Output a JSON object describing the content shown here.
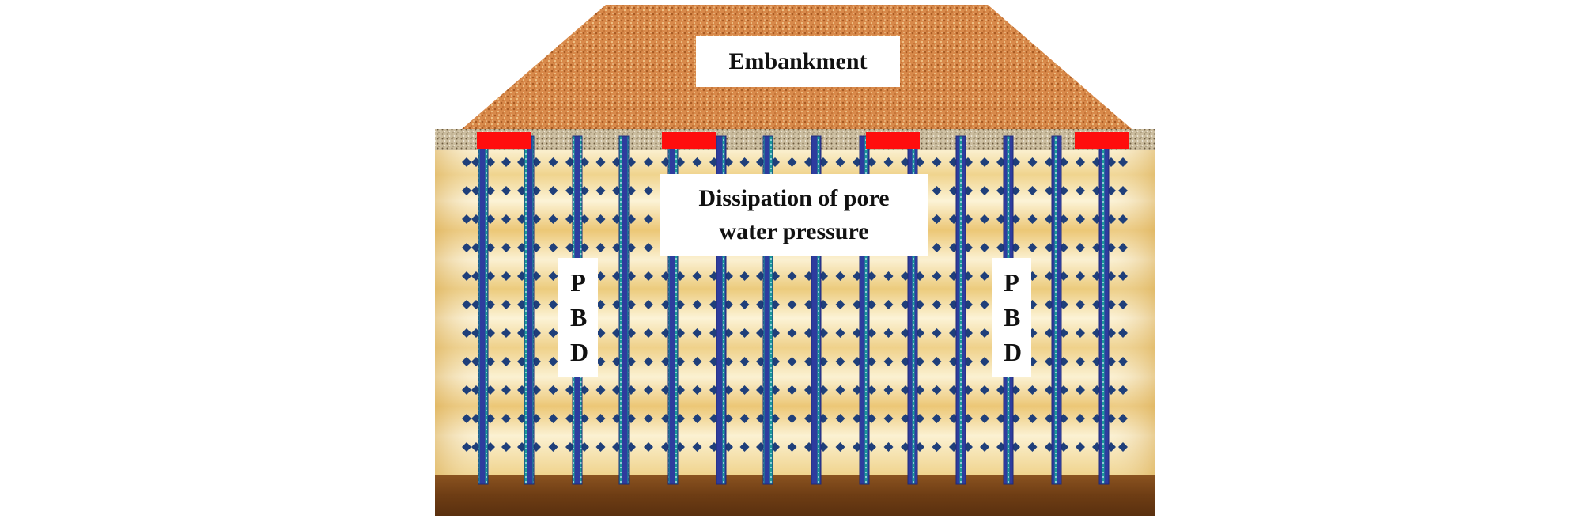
{
  "diagram": {
    "embankment_label": "Embankment",
    "dissipation_label": "Dissipation of pore water pressure",
    "pbd_label_left": "P B D",
    "pbd_label_right": "P B D",
    "colors": {
      "embankment_fill": "#d8894a",
      "soil_light": "#fbf0cf",
      "soil_dark": "#ecc774",
      "sand_blanket": "#c9b99b",
      "base_layer": "#7a4518",
      "drain": "#2e3c9e",
      "drain_stripe": "#8fc6d8",
      "water_particle": "#1f3f7a",
      "settlement_plate": "#ff0d0d"
    }
  }
}
